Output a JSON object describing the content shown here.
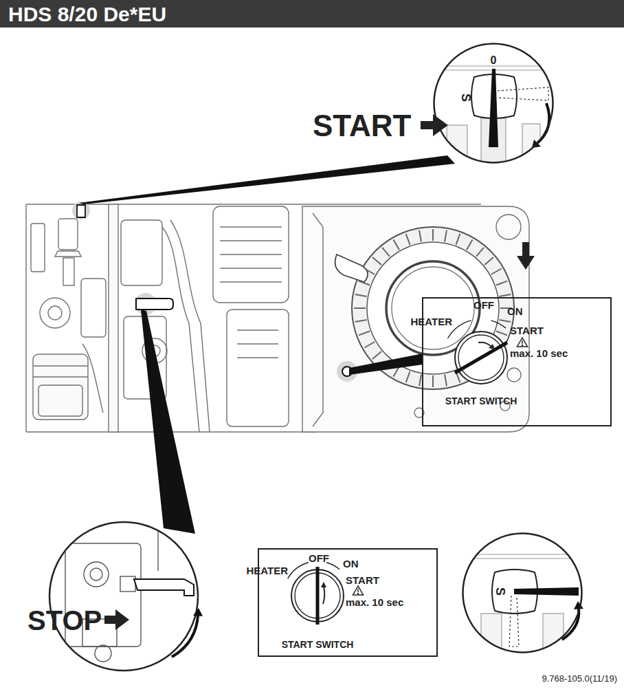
{
  "diagram": {
    "title": "HDS 8/20 De*EU",
    "nodes": [
      {
        "text": [
          "0",
          "S"
        ]
      },
      {
        "text": [
          "OFF",
          "HEATER",
          "ON",
          "START",
          "max. 10 sec",
          "START SWITCH"
        ]
      },
      {
        "text": [
          "OFF",
          "HEATER",
          "ON",
          "START",
          "max. 10 sec",
          "START SWITCH"
        ]
      },
      {
        "text": [
          "S"
        ]
      }
    ],
    "labels": [
      "START",
      "STOP",
      "9.768-105.0(11/19)"
    ]
  }
}
